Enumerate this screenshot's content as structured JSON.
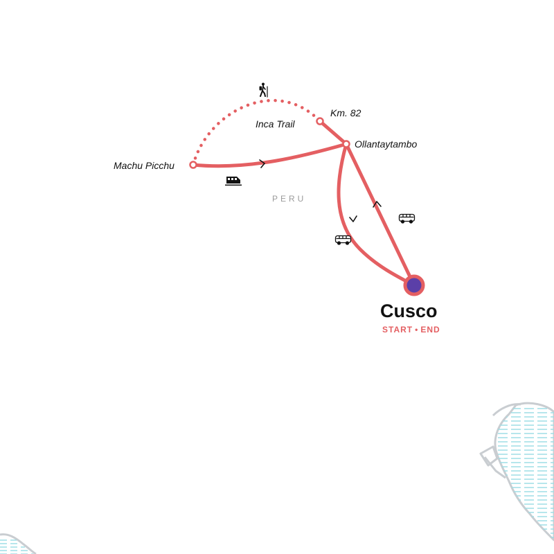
{
  "colors": {
    "route": "#e45f62",
    "trek": "#e45f62",
    "start_point": "#5b3fa8",
    "water": "#9ddde6",
    "coast": "#c9cdd1"
  },
  "country_label": "PERU",
  "start_end": {
    "city": "Cusco",
    "start_label": "START",
    "separator": "•",
    "end_label": "END"
  },
  "stops": [
    {
      "name": "Machu Picchu"
    },
    {
      "name": "Ollantaytambo"
    },
    {
      "name": "Km. 82"
    }
  ],
  "trek_label": "Inca Trail",
  "legs": [
    {
      "from": "Cusco",
      "to": "Ollantaytambo",
      "mode": "bus",
      "icon": "bus-icon"
    },
    {
      "from": "Ollantaytambo",
      "to": "Km. 82",
      "mode": "road"
    },
    {
      "from": "Km. 82",
      "to": "Machu Picchu",
      "mode": "hike",
      "icon": "hiker-icon"
    },
    {
      "from": "Machu Picchu",
      "to": "Ollantaytambo",
      "mode": "train",
      "icon": "train-icon"
    },
    {
      "from": "Ollantaytambo",
      "to": "Cusco",
      "mode": "bus",
      "icon": "bus-icon"
    }
  ]
}
